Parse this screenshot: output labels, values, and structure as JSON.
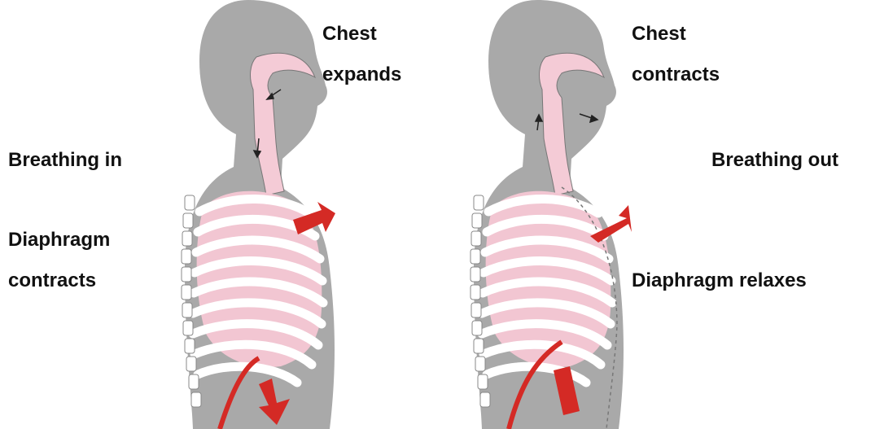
{
  "inhale": {
    "title": "Breathing in",
    "chest_line1": "Chest",
    "chest_line2": "expands",
    "diaphragm_line1": "Diaphragm",
    "diaphragm_line2": "contracts"
  },
  "exhale": {
    "title": "Breathing out",
    "chest_line1": "Chest",
    "chest_line2": "contracts",
    "diaphragm": "Diaphragm relaxes"
  },
  "colors": {
    "body": "#a9a9a9",
    "ribs": "#ffffff",
    "lungs": "#f2c6d2",
    "airway": "#f4cbd6",
    "arrow": "#d42a25",
    "outline": "#777777"
  }
}
